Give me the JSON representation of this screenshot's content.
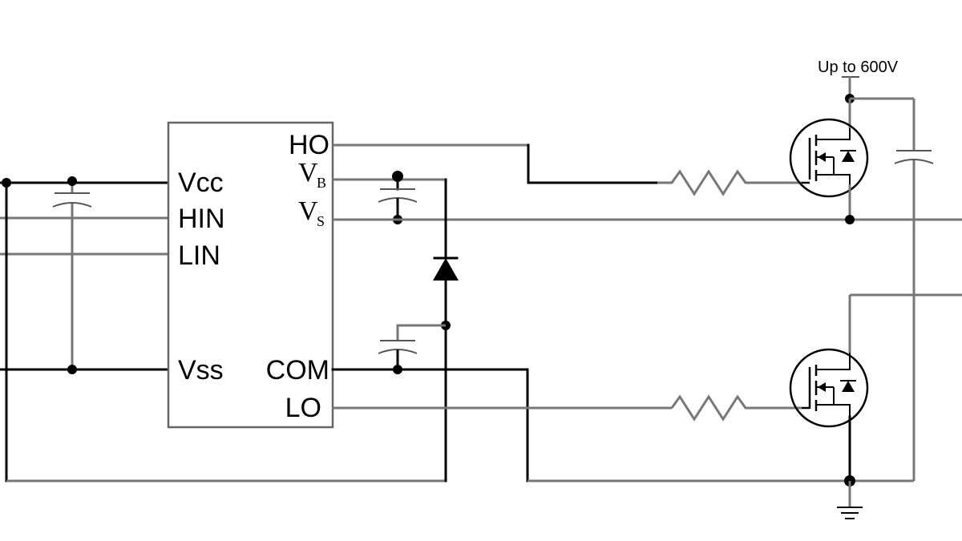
{
  "ic": {
    "pins_left": {
      "vcc": "Vcc",
      "hin": "HIN",
      "lin": "LIN",
      "vss": "Vss"
    },
    "pins_right": {
      "ho": "HO",
      "vb": "V",
      "vb_sub": "B",
      "vs": "V",
      "vs_sub": "S",
      "com": "COM",
      "lo": "LO"
    }
  },
  "supply_note": "Up to 600V"
}
